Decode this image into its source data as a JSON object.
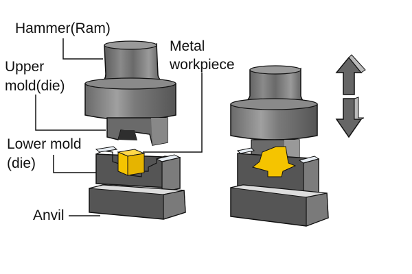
{
  "title": "Closed-die forging diagram",
  "labels": {
    "hammer": "Hammer(Ram)",
    "upper_mold_1": "Upper",
    "upper_mold_2": "mold(die)",
    "workpiece_1": "Metal",
    "workpiece_2": "workpiece",
    "lower_mold_1": "Lower mold",
    "lower_mold_2": "(die)",
    "anvil": "Anvil"
  },
  "colors": {
    "metal_dark": "#4a4a4a",
    "metal_mid": "#7a7a7a",
    "metal_light": "#b5b5b5",
    "workpiece": "#f5c400",
    "outline": "#111111"
  },
  "arrow": {
    "direction": "up-down",
    "meaning": "hammer motion"
  }
}
